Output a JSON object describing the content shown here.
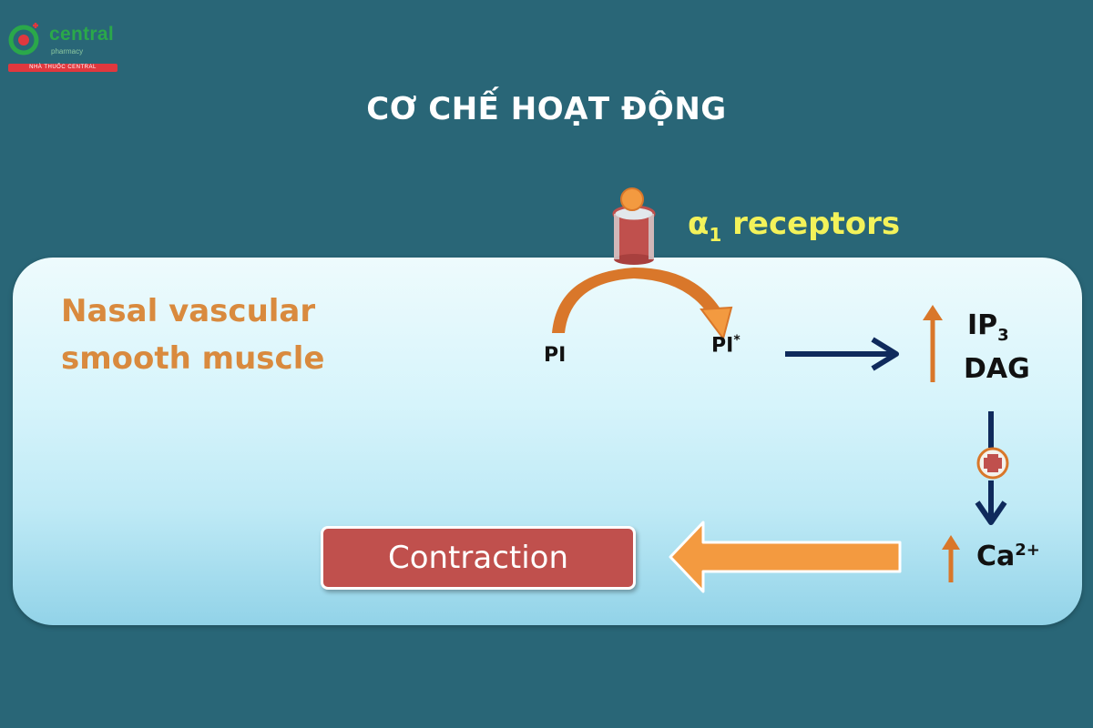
{
  "logo": {
    "name": "central",
    "sub": "pharmacy",
    "bar": "NHÀ THUỐC CENTRAL"
  },
  "title": "CƠ CHẾ HOẠT ĐỘNG",
  "tissue": {
    "line1": "Nasal vascular",
    "line2": "smooth muscle"
  },
  "receptor": {
    "symbol": "α",
    "subscript": "1",
    "text": " receptors"
  },
  "pathway": {
    "substrate": "PI",
    "product": "PI",
    "product_mark": "*",
    "messenger1": "IP",
    "messenger1_sub": "3",
    "messenger2": "DAG",
    "ion": "Ca",
    "ion_charge": "2+",
    "outcome": "Contraction"
  },
  "colors": {
    "background": "#296677",
    "receptor": "#c0504d",
    "ligand": "#f39a40",
    "tissue_text": "#d98a3e",
    "receptor_text": "#f3f25a",
    "arrow_dark": "#0f2a5c",
    "arrow_orange": "#d9772a"
  }
}
